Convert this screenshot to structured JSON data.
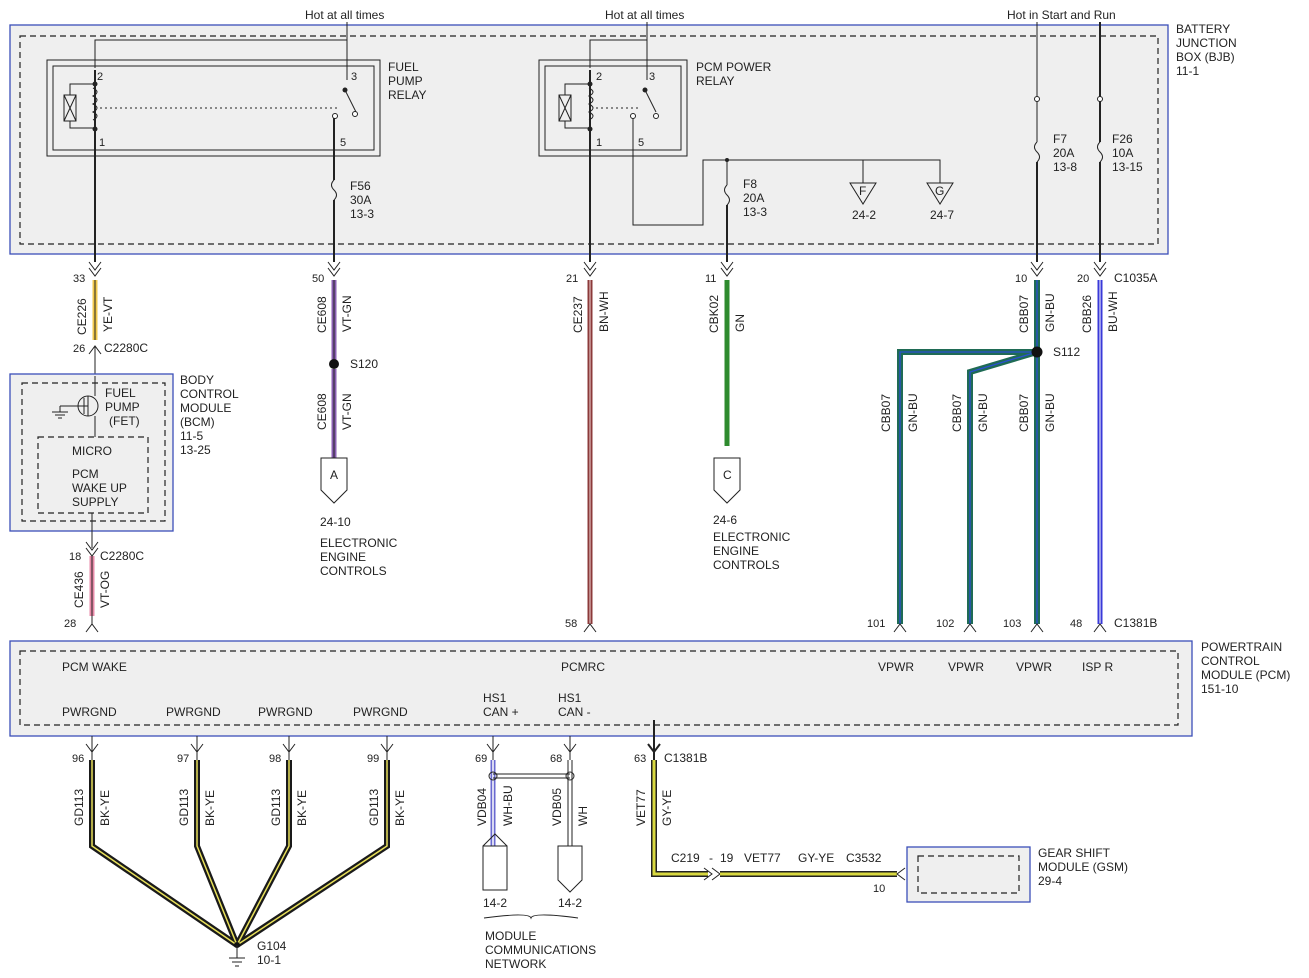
{
  "top_labels": {
    "hot_all_times_1": "Hot at all times",
    "hot_all_times_2": "Hot at all times",
    "hot_start_run": "Hot in Start and Run"
  },
  "bjb": {
    "name": [
      "BATTERY",
      "JUNCTION",
      "BOX (BJB)"
    ],
    "ref": "11-1"
  },
  "fuel_pump_relay": {
    "name": [
      "FUEL",
      "PUMP",
      "RELAY"
    ],
    "pins": [
      "2",
      "3",
      "1",
      "5"
    ]
  },
  "pcm_power_relay": {
    "name": [
      "PCM POWER",
      "RELAY"
    ],
    "pins": [
      "2",
      "3",
      "1",
      "5"
    ]
  },
  "fuses": {
    "f56": [
      "F56",
      "30A",
      "13-3"
    ],
    "f8": [
      "F8",
      "20A",
      "13-3"
    ],
    "f7": [
      "F7",
      "20A",
      "13-8"
    ],
    "f26": [
      "F26",
      "10A",
      "13-15"
    ]
  },
  "offpage": {
    "f": {
      "letter": "F",
      "ref": "24-2"
    },
    "g": {
      "letter": "G",
      "ref": "24-7"
    },
    "a": {
      "letter": "A",
      "ref": "24-10",
      "desc": [
        "ELECTRONIC",
        "ENGINE",
        "CONTROLS"
      ]
    },
    "c": {
      "letter": "C",
      "ref": "24-6",
      "desc": [
        "ELECTRONIC",
        "ENGINE",
        "CONTROLS"
      ]
    }
  },
  "connectors": {
    "c1035a": "C1035A",
    "c2280c_top": "C2280C",
    "c2280c_bot": "C2280C",
    "c1381b_right": "C1381B",
    "c1381b_bot": "C1381B"
  },
  "splices": {
    "s120": "S120",
    "s112": "S112"
  },
  "pins_top": {
    "p33": "33",
    "p50": "50",
    "p21": "21",
    "p11": "11",
    "p10": "10",
    "p20": "20",
    "p26": "26"
  },
  "wires": {
    "ce226": {
      "circuit": "CE226",
      "color": "YE-VT",
      "hex": "#f2c94c"
    },
    "ce608a": {
      "circuit": "CE608",
      "color": "VT-GN",
      "hex": "#8a5fb3"
    },
    "ce608b": {
      "circuit": "CE608",
      "color": "VT-GN",
      "hex": "#8a5fb3"
    },
    "ce237": {
      "circuit": "CE237",
      "color": "BN-WH",
      "hex": "#8b3a3a"
    },
    "cbk02": {
      "circuit": "CBK02",
      "color": "GN",
      "hex": "#2e8b2e"
    },
    "cbb07a": {
      "circuit": "CBB07",
      "color": "GN-BU",
      "hex": "#1f6b55"
    },
    "cbb07b": {
      "circuit": "CBB07",
      "color": "GN-BU",
      "hex": "#1f6b55"
    },
    "cbb07c": {
      "circuit": "CBB07",
      "color": "GN-BU",
      "hex": "#1f6b55"
    },
    "cbb07d": {
      "circuit": "CBB07",
      "color": "GN-BU",
      "hex": "#1f6b55"
    },
    "cbb26": {
      "circuit": "CBB26",
      "color": "BU-WH",
      "hex": "#3a3ad8"
    },
    "ce436": {
      "circuit": "CE436",
      "color": "VT-OG",
      "hex": "#e88aa8"
    },
    "gd113": {
      "circuit": "GD113",
      "color": "BK-YE",
      "hex": "#1a1a1a"
    },
    "vdb04": {
      "circuit": "VDB04",
      "color": "WH-BU",
      "hex": "#6a6ad0"
    },
    "vdb05": {
      "circuit": "VDB05",
      "color": "WH",
      "hex": "#ffffff"
    },
    "vet77": {
      "circuit": "VET77",
      "color": "GY-YE",
      "hex": "#d8d840"
    },
    "vet77_h": {
      "circuit": "VET77",
      "color": "GY-YE"
    }
  },
  "bcm": {
    "name": [
      "BODY",
      "CONTROL",
      "MODULE",
      "(BCM)"
    ],
    "refs": [
      "11-5",
      "13-25"
    ],
    "fet": [
      "FUEL",
      "PUMP",
      "(FET)"
    ],
    "micro": "MICRO",
    "wake": [
      "PCM",
      "WAKE UP",
      "SUPPLY"
    ]
  },
  "pcm": {
    "name": [
      "POWERTRAIN",
      "CONTROL",
      "MODULE (PCM)"
    ],
    "ref": "151-10",
    "pins_top": [
      "28",
      "58",
      "101",
      "102",
      "103",
      "48"
    ],
    "labels_top": [
      "PCM WAKE",
      "PCMRC",
      "VPWR",
      "VPWR",
      "VPWR",
      "ISP R"
    ],
    "pwrgnd": "PWRGND",
    "can_hi": [
      "HS1",
      "CAN +"
    ],
    "can_lo": [
      "HS1",
      "CAN -"
    ],
    "pins_bot": [
      "96",
      "97",
      "98",
      "99",
      "69",
      "68",
      "63"
    ],
    "pin_18": "18"
  },
  "ground": {
    "name": "G104",
    "ref": "10-1"
  },
  "network": {
    "refs": [
      "14-2",
      "14-2"
    ],
    "desc": [
      "MODULE",
      "COMMUNICATIONS",
      "NETWORK"
    ]
  },
  "gsm": {
    "name": [
      "GEAR SHIFT",
      "MODULE (GSM)"
    ],
    "ref": "29-4",
    "inline": {
      "c219": "C219",
      "dash": "-",
      "p19": "19",
      "c3532": "C3532",
      "p10": "10"
    }
  }
}
